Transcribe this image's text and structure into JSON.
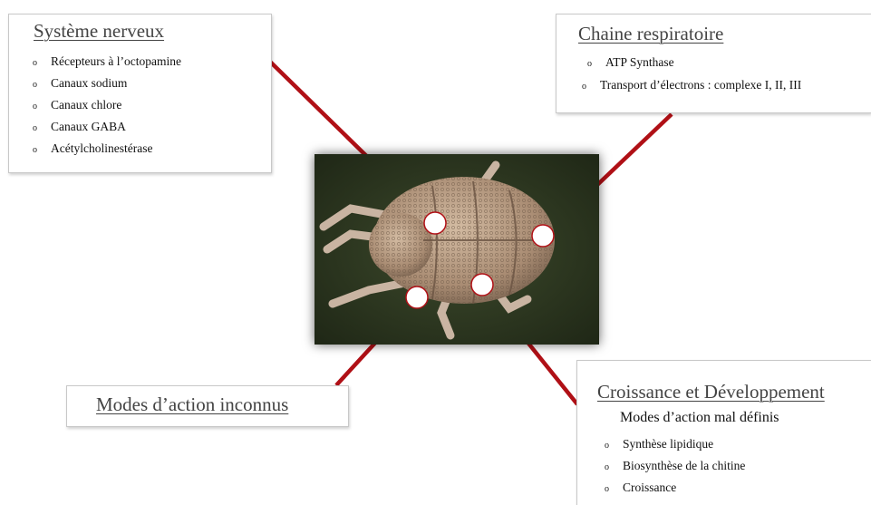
{
  "diagram": {
    "central_image": {
      "subject": "mite",
      "icon": "mite-photo"
    },
    "boxes": {
      "nervous": {
        "title": "Système nerveux",
        "items": [
          "Récepteurs à l’octopamine",
          "Canaux sodium",
          "Canaux chlore",
          "Canaux GABA",
          "Acétylcholinestérase"
        ]
      },
      "respiratory": {
        "title": "Chaine respiratoire",
        "items": [
          "ATP Synthase",
          "Transport d’électrons : complexe I, II, III"
        ]
      },
      "unknown": {
        "title": "Modes d’action inconnus"
      },
      "growth": {
        "title": "Croissance et Développement",
        "subtitle": "Modes d’action mal définis",
        "items": [
          "Synthèse lipidique",
          "Biosynthèse de la chitine",
          "Croissance"
        ]
      }
    },
    "connector_color": "#b01016"
  }
}
